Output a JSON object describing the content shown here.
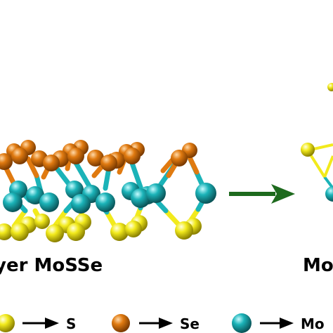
{
  "labels": {
    "left_title": "yer MoSSe",
    "right_title": "Mo"
  },
  "legend": [
    {
      "element": "S",
      "color": "#f2ea1c"
    },
    {
      "element": "Se",
      "color": "#e07a10"
    },
    {
      "element": "Mo",
      "color": "#1bb3b8"
    }
  ],
  "colors": {
    "sulfur": "#f2ea1c",
    "selenium": "#e07a10",
    "molybdenum": "#1bb3b8",
    "arrow": "#1e6a1e",
    "legend_arrow": "#000000"
  }
}
